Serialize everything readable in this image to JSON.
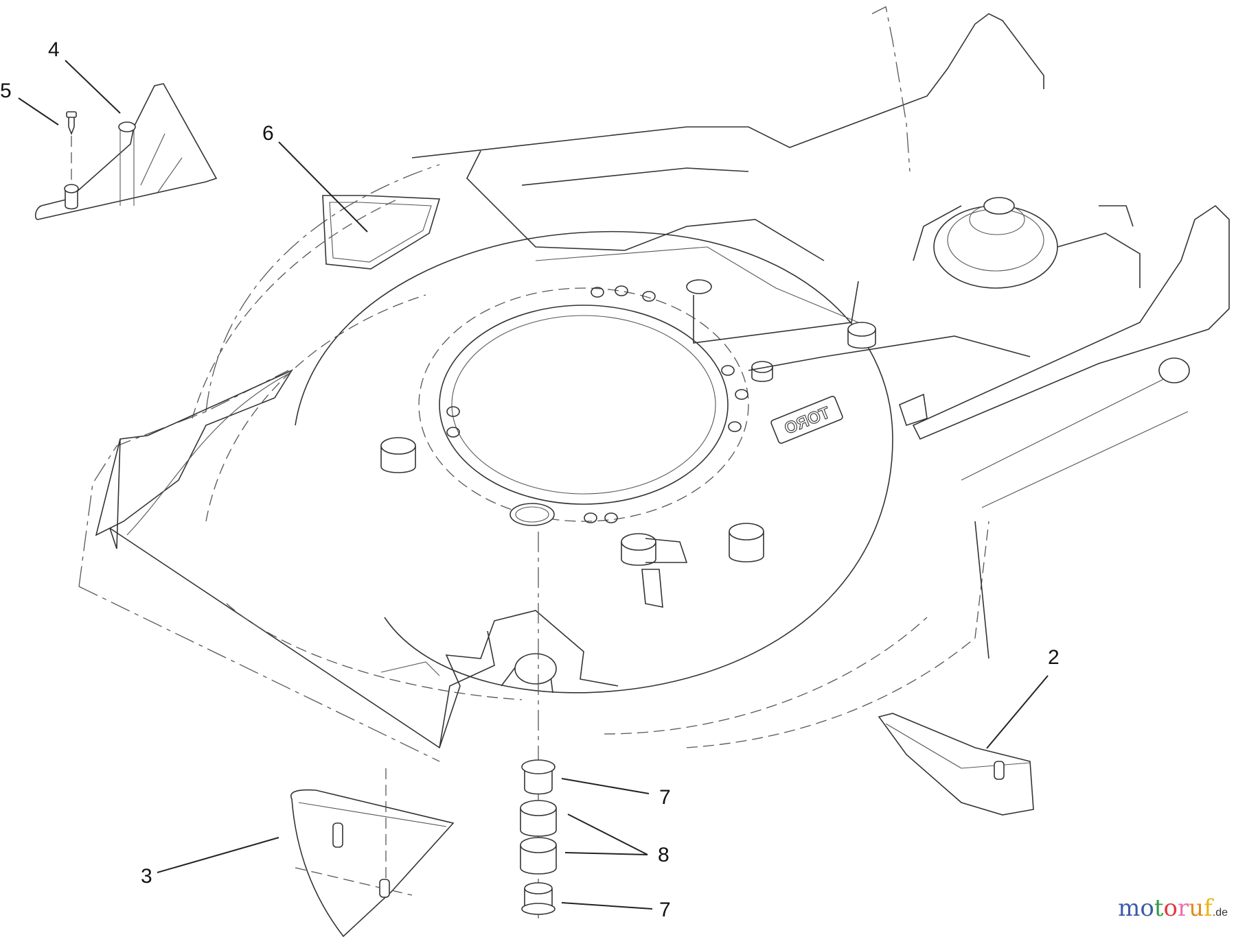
{
  "diagram": {
    "type": "exploded-parts-diagram",
    "subject": "Lawn mower cutting deck assembly",
    "deck_logo_text": "TORO",
    "callouts": [
      {
        "id": "c2",
        "label": "2",
        "part": "rear deflector (right)"
      },
      {
        "id": "c3",
        "label": "3",
        "part": "rear deflector (left)"
      },
      {
        "id": "c4",
        "label": "4",
        "part": "front deflector"
      },
      {
        "id": "c5",
        "label": "5",
        "part": "screw"
      },
      {
        "id": "c6",
        "label": "6",
        "part": "decal / label"
      },
      {
        "id": "c7a",
        "label": "7",
        "part": "flanged bushing (upper)"
      },
      {
        "id": "c8",
        "label": "8",
        "part": "bushings (pair)"
      },
      {
        "id": "c7b",
        "label": "7",
        "part": "flanged bushing (lower)"
      }
    ]
  },
  "watermark": {
    "letters": [
      "m",
      "o",
      "t",
      "o",
      "r",
      "u",
      "f"
    ],
    "colors": [
      "#3b5aa8",
      "#3b5aa8",
      "#2e9a46",
      "#e4383d",
      "#e86fae",
      "#e58b1f",
      "#e8b515"
    ],
    "tld": ".de"
  }
}
